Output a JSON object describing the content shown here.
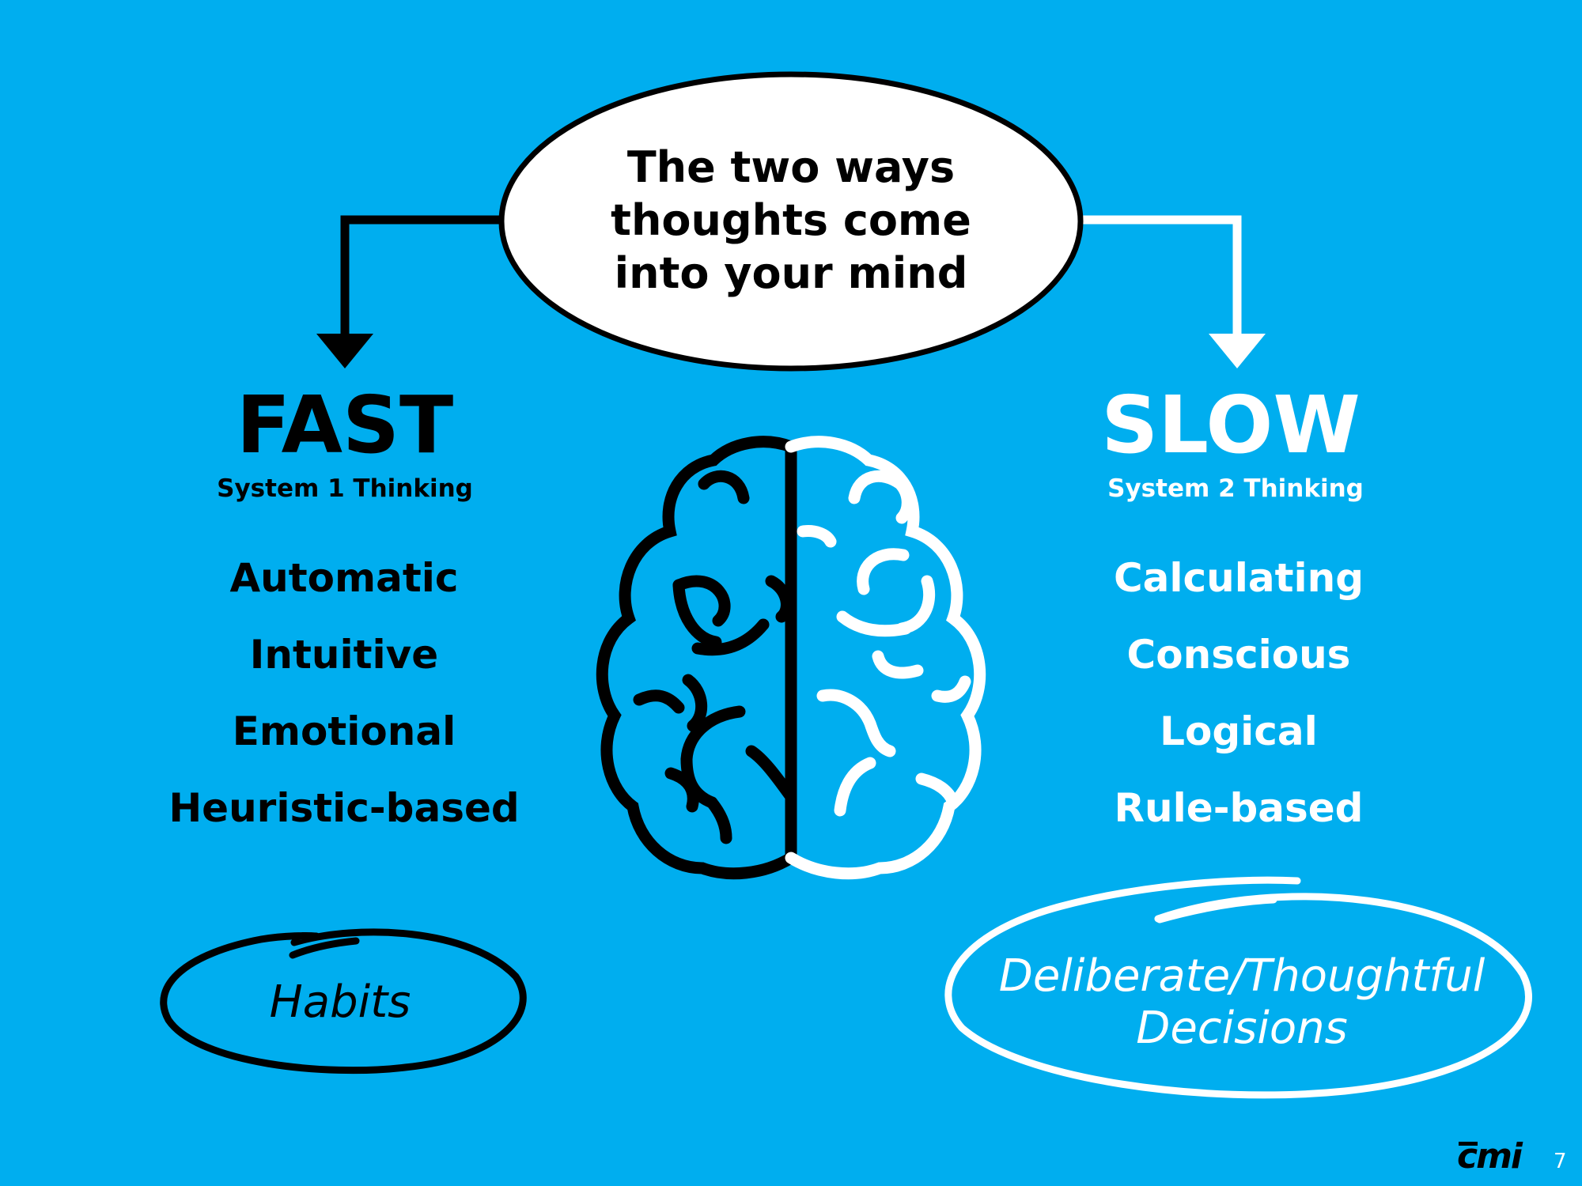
{
  "title": "The two ways\nthoughts come\ninto your mind",
  "fast": {
    "heading": "FAST",
    "subheading": "System 1 Thinking",
    "items": [
      "Automatic",
      "Intuitive",
      "Emotional",
      "Heuristic-based"
    ],
    "oval_label": "Habits",
    "color": "#000000"
  },
  "slow": {
    "heading": "SLOW",
    "subheading": "System 2 Thinking",
    "items": [
      "Calculating",
      "Conscious",
      "Logical",
      "Rule-based"
    ],
    "oval_label": "Deliberate/Thoughtful\nDecisions",
    "color": "#FFFFFF"
  },
  "center_icon": "brain-icon",
  "background_color": "#00AEEF",
  "logo": "cmi",
  "page_number": "7"
}
